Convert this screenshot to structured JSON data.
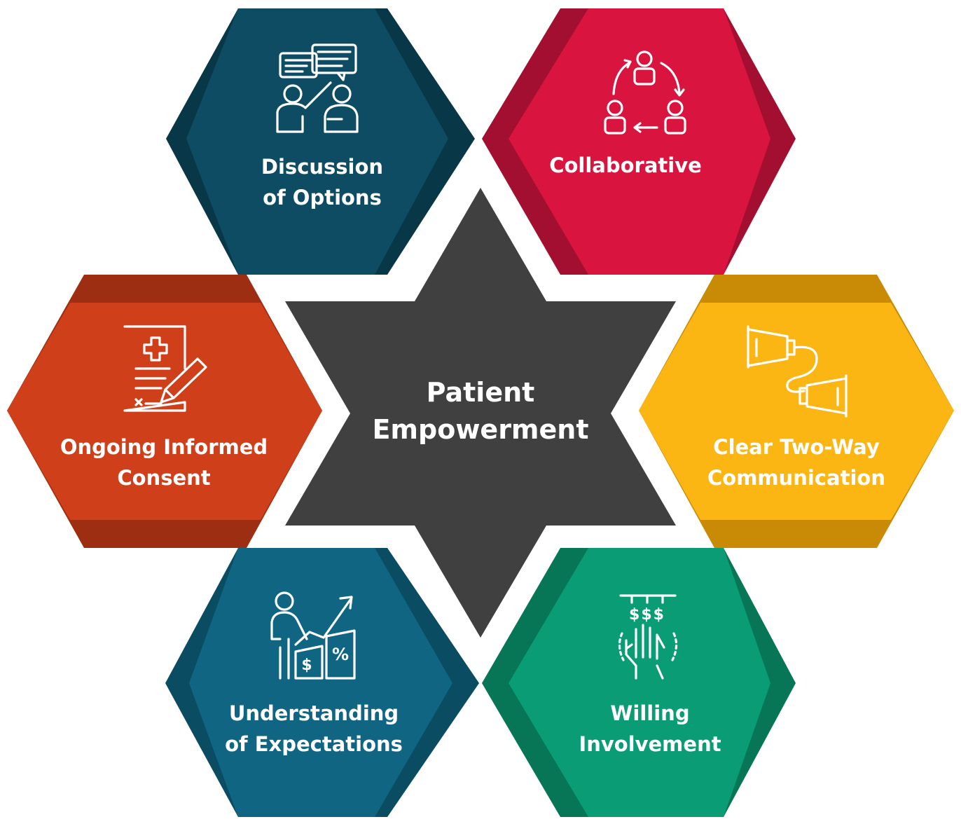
{
  "center": {
    "line1": "Patient",
    "line2": "Empowerment",
    "color": "#404040"
  },
  "hexagons": [
    {
      "id": "discussion",
      "line1": "Discussion",
      "line2": "of Options",
      "icon": "presentation-discussion-icon",
      "color": "#0d4c63",
      "shade": "#083748"
    },
    {
      "id": "collaborative",
      "line1": "Collaborative",
      "line2": "",
      "icon": "team-cycle-icon",
      "color": "#d9143f",
      "shade": "#a30f30"
    },
    {
      "id": "consent",
      "line1": "Ongoing Informed",
      "line2": "Consent",
      "icon": "medical-document-sign-icon",
      "color": "#cf401a",
      "shade": "#9e2e12"
    },
    {
      "id": "communication",
      "line1": "Clear Two-Way",
      "line2": "Communication",
      "icon": "tin-can-phone-icon",
      "color": "#fbb613",
      "shade": "#c98a06"
    },
    {
      "id": "expectations",
      "line1": "Understanding",
      "line2": "of Expectations",
      "icon": "growth-chart-person-icon",
      "color": "#106682",
      "shade": "#0a4d63"
    },
    {
      "id": "involvement",
      "line1": "Willing",
      "line2": "Involvement",
      "icon": "raised-hand-money-icon",
      "color": "#0a9c74",
      "shade": "#077656"
    }
  ],
  "icon_text": {
    "dollar": "$",
    "percent": "%",
    "cross_mark": "x",
    "money_row": "$$$"
  }
}
